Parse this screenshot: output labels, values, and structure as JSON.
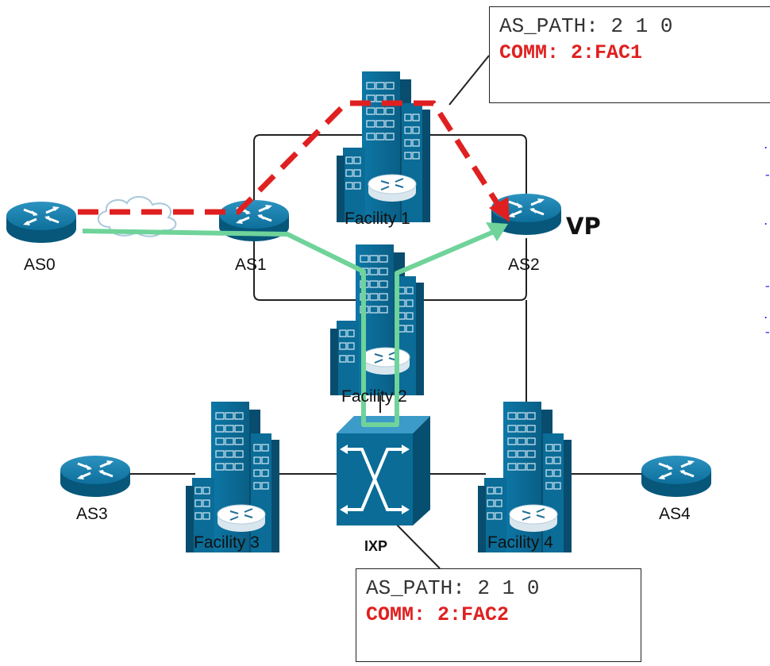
{
  "nodes": {
    "as0": "AS0",
    "as1": "AS1",
    "as2": "AS2",
    "as3": "AS3",
    "as4": "AS4",
    "facility1": "Facility 1",
    "facility2": "Facility 2",
    "facility3": "Facility 3",
    "facility4": "Facility 4",
    "ixp": "IXP",
    "vp": "VP"
  },
  "callouts": {
    "top": {
      "as_path": "AS_PATH: 2 1 0",
      "comm": "COMM: 2:FAC1"
    },
    "bottom": {
      "as_path": "AS_PATH: 2 1 0",
      "comm": "COMM: 2:FAC2"
    }
  },
  "colors": {
    "router": "#0a6c97",
    "building": "#0b6e9a",
    "path_red": "#e02020",
    "path_green": "#6fd39a",
    "comm_text": "#e02020",
    "edge_text": "#2222ee"
  },
  "icons": [
    "router-icon",
    "building-icon",
    "cloud-icon",
    "switch-icon"
  ]
}
